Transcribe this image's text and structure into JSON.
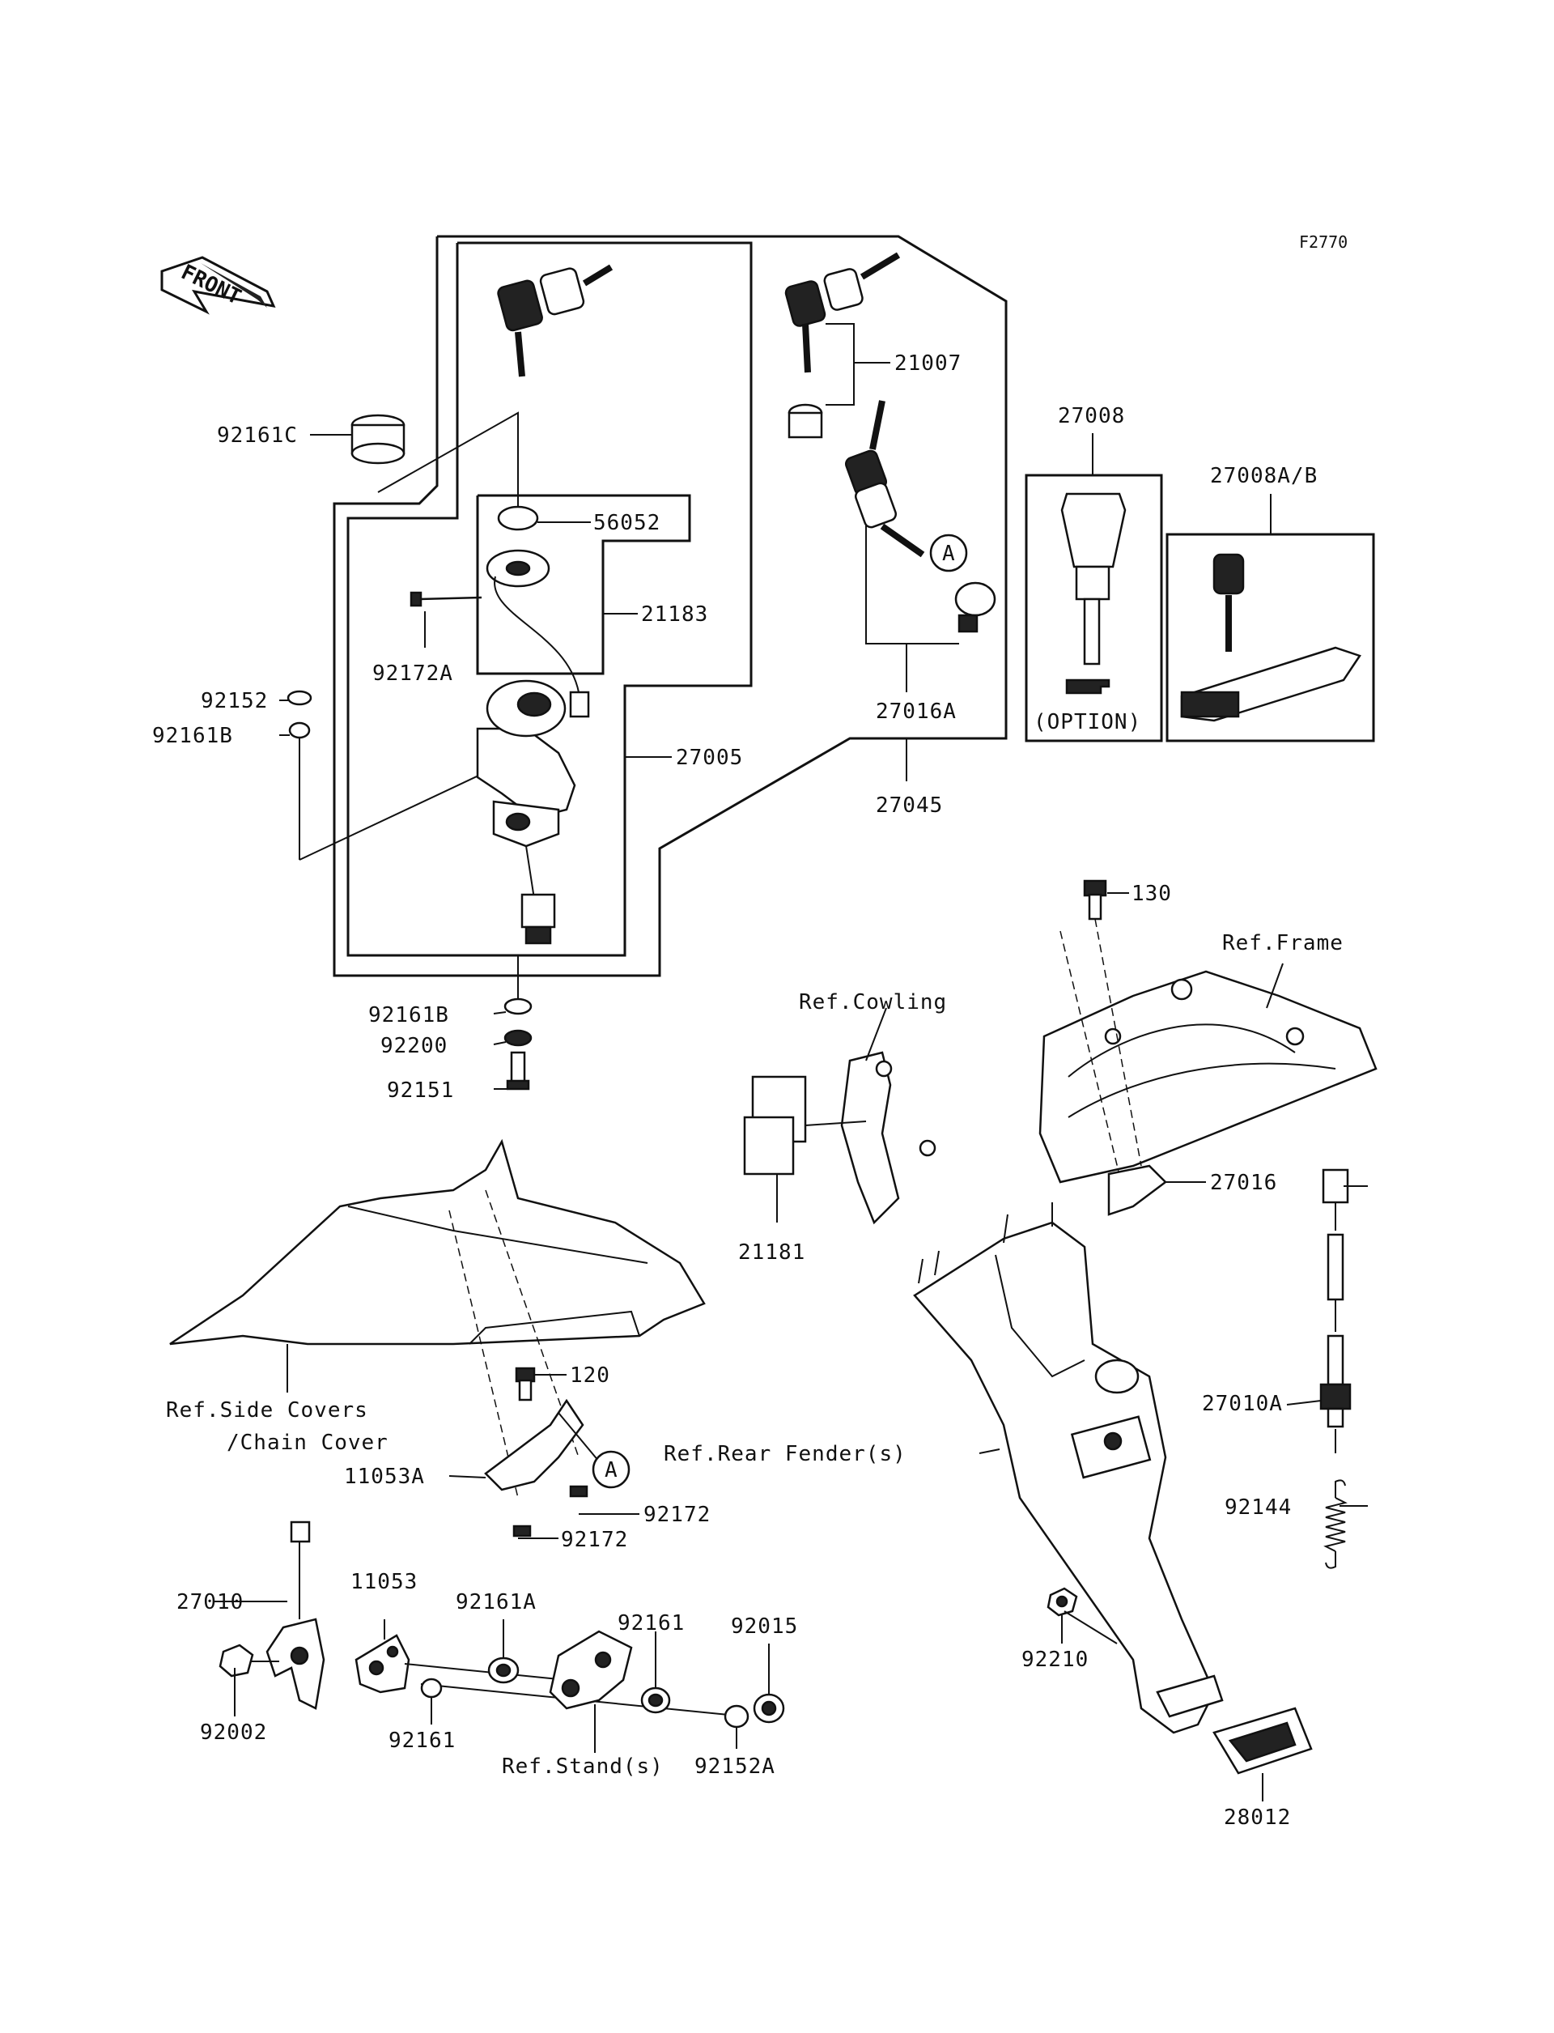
{
  "figure_code": "F2770",
  "front_label": "FRONT",
  "labels": {
    "p92161C": "92161C",
    "p56052": "56052",
    "p21183": "21183",
    "p92172A": "92172A",
    "p92152": "92152",
    "p92161B_top": "92161B",
    "p27005": "27005",
    "p92161B_bot": "92161B",
    "p92200": "92200",
    "p92151": "92151",
    "p21007": "21007",
    "p27016A": "27016A",
    "p27045": "27045",
    "callout_A_top": "A",
    "p27008": "27008",
    "p27008AB": "27008A/B",
    "option": "(OPTION)",
    "p130": "130",
    "ref_frame": "Ref.Frame",
    "ref_cowling": "Ref.Cowling",
    "p21181": "21181",
    "p27016": "27016",
    "p120": "120",
    "ref_side_covers_1": "Ref.Side Covers",
    "ref_side_covers_2": "/Chain Cover",
    "p11053A": "11053A",
    "callout_A_bot": "A",
    "p92172_1": "92172",
    "p92172_2": "92172",
    "ref_rear_fender": "Ref.Rear Fender(s)",
    "p27010A": "27010A",
    "p92144": "92144",
    "p27010": "27010",
    "p11053": "11053",
    "p92161A": "92161A",
    "p92161_1": "92161",
    "p92015": "92015",
    "p92002": "92002",
    "p92161_2": "92161",
    "ref_stands": "Ref.Stand(s)",
    "p92152A": "92152A",
    "p92210": "92210",
    "p28012": "28012"
  }
}
